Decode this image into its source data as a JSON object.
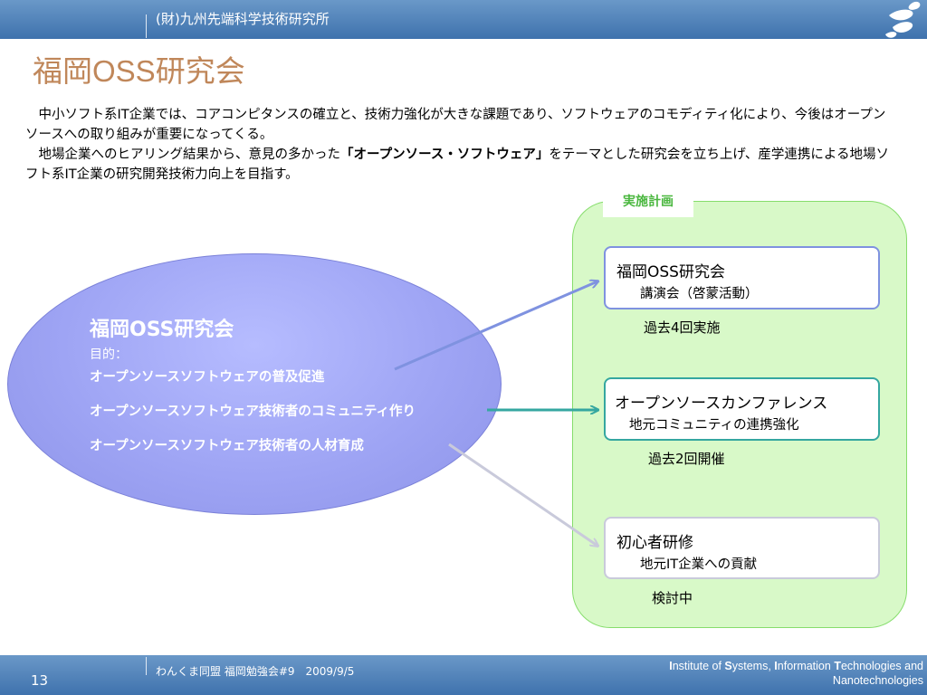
{
  "header": {
    "org": "(財)九州先端科学技術研究所"
  },
  "title": "福岡OSS研究会",
  "paragraphs": {
    "p1": "　中小ソフト系IT企業では、コアコンピタンスの確立と、技術力強化が大きな課題であり、ソフトウェアのコモディティ化により、今後はオープンソースへの取り組みが重要になってくる。",
    "p2_a": "　地場企業へのヒアリング結果から、意見の多かった",
    "p2_b": "「オープンソース・ソフトウェア」",
    "p2_c": "をテーマとした研究会を立ち上げ、産学連携による地場ソフト系IT企業の研究開発技術力向上を目指す。"
  },
  "ellipse": {
    "title": "福岡OSS研究会",
    "purpose": "目的：",
    "items": [
      "オープンソースソフトウェアの普及促進",
      "オープンソースソフトウェア技術者のコミュニティ作り",
      "オープンソースソフトウェア技術者の人材育成"
    ]
  },
  "plan": {
    "label": "実施計画",
    "boxes": [
      {
        "title": "福岡OSS研究会",
        "sub": "講演会（啓蒙活動）",
        "note": "過去4回実施"
      },
      {
        "title": "オープンソースカンファレンス",
        "sub": "地元コミュニティの連携強化",
        "note": "過去2回開催"
      },
      {
        "title": "初心者研修",
        "sub": "地元IT企業への貢献",
        "note": "検討中"
      }
    ]
  },
  "footer": {
    "page": "13",
    "event": "わんくま同盟 福岡勉強会#9　2009/9/5",
    "institute_line1_parts": [
      "I",
      "nstitute of ",
      "S",
      "ystems, ",
      "I",
      "nformation ",
      "T",
      "echnologies and"
    ],
    "institute_line2": "Nanotechnologies"
  },
  "colors": {
    "bar": "#4a7ab4",
    "title": "#c0875a",
    "plan_panel": "#d8f9c8",
    "plan_label": "#4ab73f",
    "arrow1": "#7f92e0",
    "arrow2": "#35a7a0",
    "arrow3": "#c9cadb"
  }
}
